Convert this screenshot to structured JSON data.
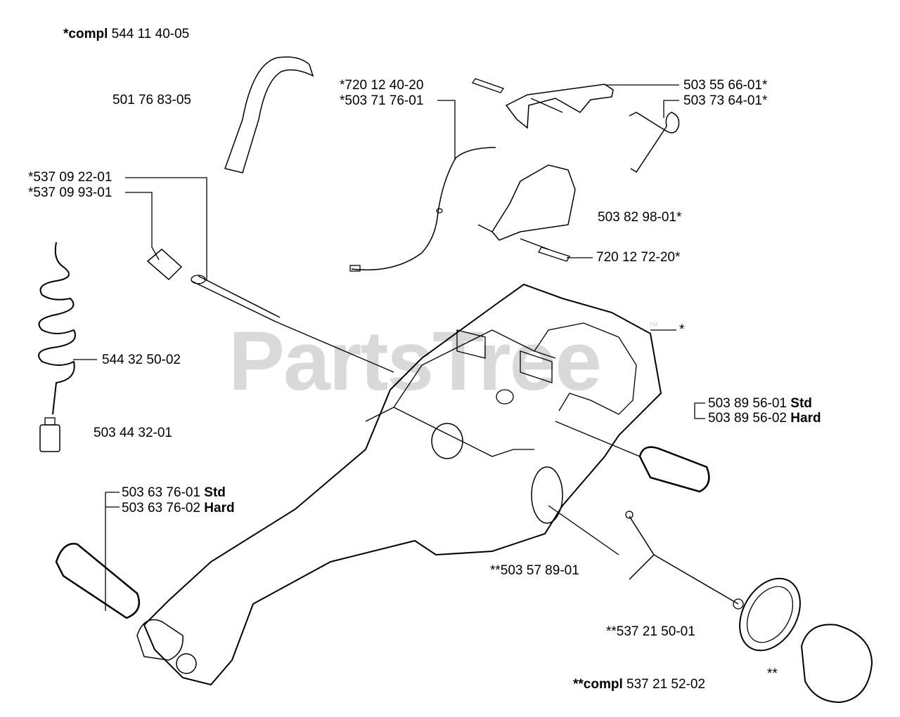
{
  "watermark": {
    "text": "PartsTree",
    "tm": "™"
  },
  "labels": {
    "compl_top_prefix": "*compl",
    "compl_top_num": "544 11 40-05",
    "hose": "501 76 83-05",
    "l720_1240": "*720 12 40-20",
    "l503_7176": "*503 71 76-01",
    "l503_5566": "503 55 66-01*",
    "l503_7364": "503 73 64-01*",
    "l537_0922": "*537 09 22-01",
    "l537_0993": "*537 09 93-01",
    "l503_8298": "503 82 98-01*",
    "l720_1272": "720 12 72-20*",
    "star": "*",
    "l544_3250": "544 32 50-02",
    "l503_4432": "503 44 32-01",
    "l503_8956_std_num": "503 89 56-01",
    "l503_8956_std_suffix": "Std",
    "l503_8956_hard_num": "503 89 56-02",
    "l503_8956_hard_suffix": "Hard",
    "l503_6376_std_num": "503 63 76-01",
    "l503_6376_std_suffix": "Std",
    "l503_6376_hard_num": "503 63 76-02",
    "l503_6376_hard_suffix": "Hard",
    "l503_5789": "**503 57 89-01",
    "l537_2150": "**537 21 50-01",
    "compl_bottom_prefix": "**compl",
    "compl_bottom_num": "537 21 52-02",
    "double_star": "**"
  }
}
